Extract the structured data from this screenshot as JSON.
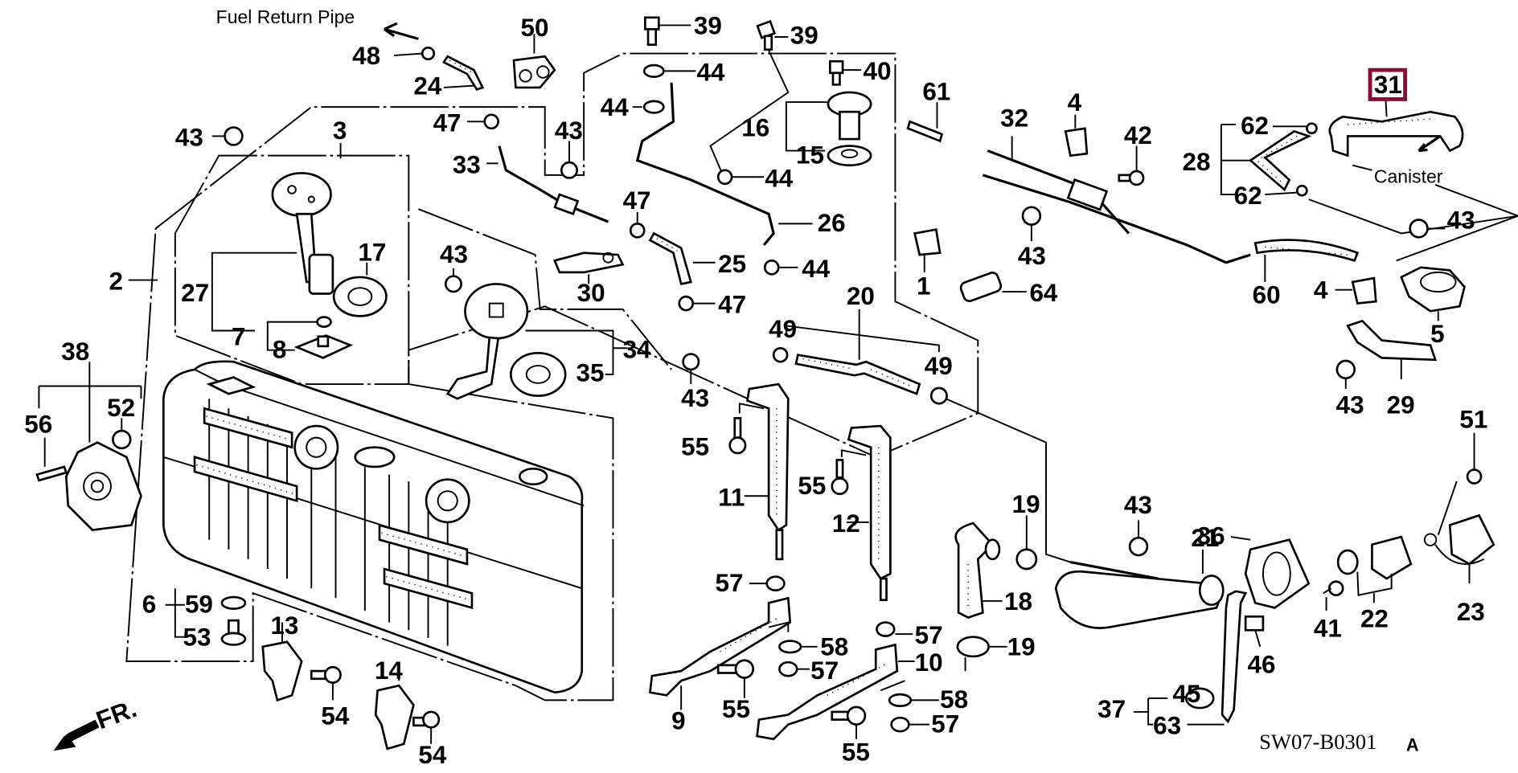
{
  "diagram": {
    "title": "Fuel Tank Parts Diagram",
    "diagram_code": "SW07-B0301",
    "diagram_suffix": "A",
    "highlight_color": "#8b0a3a",
    "highlighted_part": "31",
    "annotations": {
      "fuel_return_pipe": "Fuel Return Pipe",
      "canister": "Canister",
      "front": "FR."
    },
    "labels": {
      "p1": "1",
      "p2": "2",
      "p3": "3",
      "p4a": "4",
      "p4b": "4",
      "p5": "5",
      "p6": "6",
      "p7": "7",
      "p8": "8",
      "p9": "9",
      "p10": "10",
      "p11": "11",
      "p12": "12",
      "p13": "13",
      "p14": "14",
      "p15": "15",
      "p16": "16",
      "p17": "17",
      "p18": "18",
      "p19a": "19",
      "p19b": "19",
      "p20": "20",
      "p21": "21",
      "p22": "22",
      "p23": "23",
      "p24": "24",
      "p25": "25",
      "p26": "26",
      "p27": "27",
      "p28": "28",
      "p29": "29",
      "p30": "30",
      "p31": "31",
      "p32": "32",
      "p33": "33",
      "p34": "34",
      "p35": "35",
      "p36": "36",
      "p37": "37",
      "p38": "38",
      "p39a": "39",
      "p39b": "39",
      "p40": "40",
      "p41": "41",
      "p42": "42",
      "p43a": "43",
      "p43b": "43",
      "p43c": "43",
      "p43d": "43",
      "p43e": "43",
      "p43f": "43",
      "p43g": "43",
      "p43h": "43",
      "p44a": "44",
      "p44b": "44",
      "p44c": "44",
      "p44d": "44",
      "p45": "45",
      "p46": "46",
      "p47a": "47",
      "p47b": "47",
      "p47c": "47",
      "p48": "48",
      "p49a": "49",
      "p49b": "49",
      "p50": "50",
      "p51": "51",
      "p52": "52",
      "p53": "53",
      "p54a": "54",
      "p54b": "54",
      "p55a": "55",
      "p55b": "55",
      "p55c": "55",
      "p55d": "55",
      "p56": "56",
      "p57a": "57",
      "p57b": "57",
      "p57c": "57",
      "p57d": "57",
      "p58a": "58",
      "p58b": "58",
      "p59": "59",
      "p60": "60",
      "p61": "61",
      "p62a": "62",
      "p62b": "62",
      "p63": "63",
      "p64": "64"
    }
  }
}
